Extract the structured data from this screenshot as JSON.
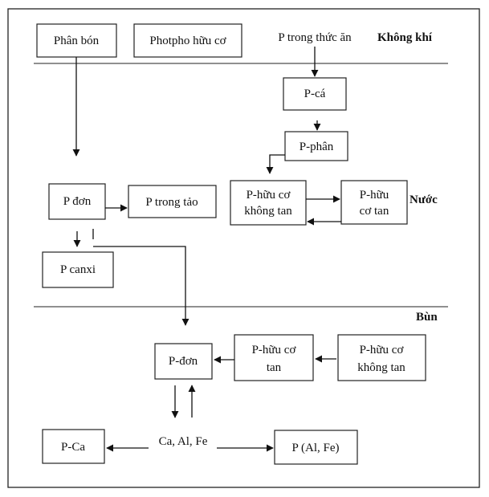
{
  "zones": {
    "air": "Không khí",
    "water": "Nước",
    "mud": "Bùn"
  },
  "nodes": {
    "fertilizer": "Phân bón",
    "organic_phosphorus": "Photpho hữu cơ",
    "p_in_food": "P trong thức ăn",
    "p_fish": "P-cá",
    "p_feces": "P-phân",
    "p_organic_insoluble_water": [
      "P-hữu cơ",
      "không tan"
    ],
    "p_organic_soluble_water": [
      "P-hữu",
      "cơ tan"
    ],
    "p_simple_water": "P đơn",
    "p_in_algae": "P trong tảo",
    "p_calcium": "P canxi",
    "p_simple_mud": "P-đơn",
    "p_organic_soluble_mud": [
      "P-hữu cơ",
      "tan"
    ],
    "p_organic_insoluble_mud": [
      "P-hữu cơ",
      "không tan"
    ],
    "p_ca": "P-Ca",
    "ca_al_fe": "Ca, Al, Fe",
    "p_al_fe": "P (Al, Fe)"
  },
  "colors": {
    "line": "#111111",
    "box_border": "#222222",
    "background": "#ffffff"
  }
}
